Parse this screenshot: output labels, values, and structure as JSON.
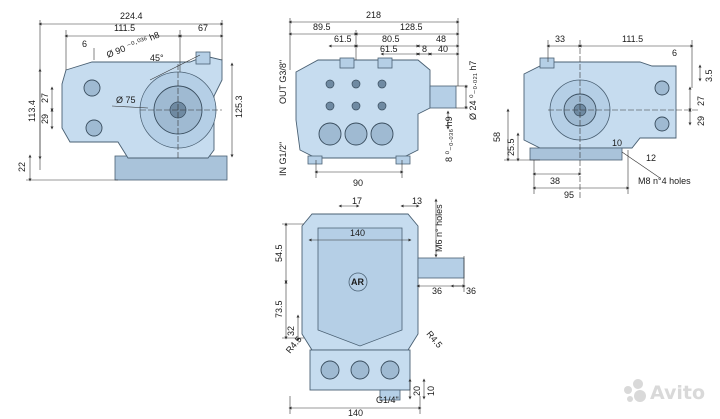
{
  "dimensions": {
    "side_view": {
      "d224_4": "224.4",
      "d111_5": "111.5",
      "d67": "67",
      "d6": "6",
      "d90": "Ø 90 ⁻⁰·⁰³⁶ h8",
      "d45": "45°",
      "d75": "Ø 75",
      "d113_4": "113.4",
      "d27": "27",
      "d29": "29",
      "d125_3": "125.3",
      "d22": "22"
    },
    "front_view": {
      "d218": "218",
      "d89_5": "89.5",
      "d128_5": "128.5",
      "d61_5a": "61.5",
      "d80_5": "80.5",
      "d48": "48",
      "d61_5b": "61.5",
      "d8": "8",
      "d40": "40",
      "d24": "Ø 24 ⁰₋₀.₀₂₁ h7",
      "d8k": "8 ⁰₋₀.₀₃₆ h9",
      "out": "OUT G3/8\"",
      "in": "IN G1/2\"",
      "d90": "90"
    },
    "rear_view": {
      "d33": "33",
      "d111_5": "111.5",
      "d6": "6",
      "d3_5": "3.5",
      "d27": "27",
      "d29": "29",
      "d58": "58",
      "d25_5": "25.5",
      "d10": "10",
      "d12": "12",
      "d38": "38",
      "d95": "95",
      "holes": "M8 n°4 holes"
    },
    "top_view": {
      "d17": "17",
      "d13": "13",
      "holes": "M6 n° holes",
      "d140a": "140",
      "d54_5": "54.5",
      "d73_5": "73.5",
      "d32": "32",
      "r4_5a": "R4.5",
      "r4_5b": "R4.5",
      "d36": "36",
      "d36b": "36",
      "d20": "20",
      "d10": "10",
      "g14": "G1/4\"",
      "d140b": "140"
    }
  },
  "watermark": "Avito"
}
